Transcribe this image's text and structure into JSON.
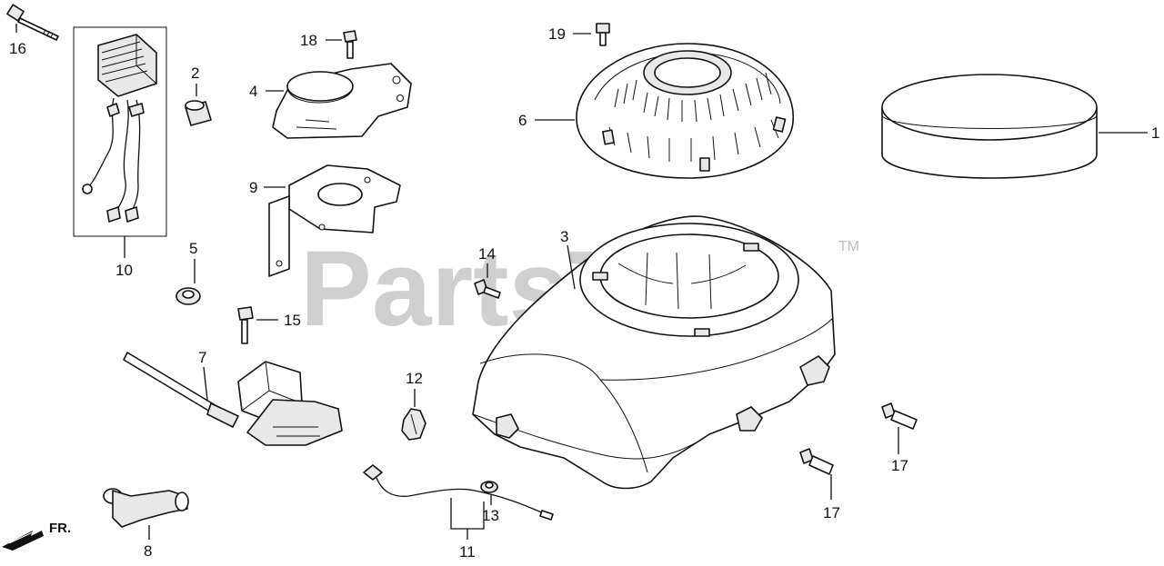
{
  "watermark": {
    "text": "PartsTree",
    "trademark": "TM"
  },
  "direction_indicator": {
    "text": "FR."
  },
  "callouts": {
    "c1": "1",
    "c2": "2",
    "c3": "3",
    "c4": "4",
    "c5": "5",
    "c6": "6",
    "c7": "7",
    "c8": "8",
    "c9": "9",
    "c10": "10",
    "c11": "11",
    "c12": "12",
    "c13": "13",
    "c14": "14",
    "c15": "15",
    "c16": "16",
    "c17a": "17",
    "c17b": "17",
    "c18": "18",
    "c19": "19"
  }
}
